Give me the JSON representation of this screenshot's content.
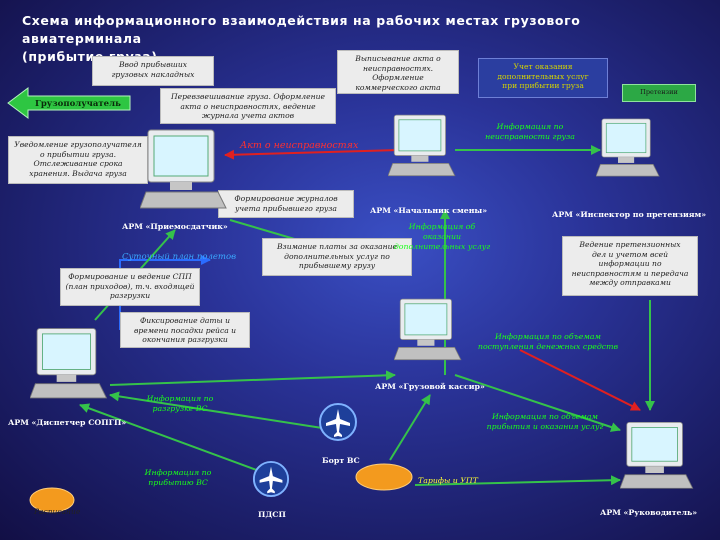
{
  "title": [
    "Схема информационного взаимодействия  на рабочих местах грузового авиатерминала",
    "(прибытие груза)"
  ],
  "notes": {
    "input_waybills": [
      "Ввод прибывших",
      "грузовых накладных"
    ],
    "recount": [
      "Перевзвешивание груза. Оформление",
      "акта о неисправностях, ведение",
      "журнала учета актов"
    ],
    "issue_act": [
      "Выписывание акта о",
      "неисправностях. Оформление",
      "коммерческого акта"
    ],
    "account_services": [
      "Учет оказания",
      "дополнительных услуг",
      "при прибытии груза"
    ],
    "notify": [
      "Уведомление грузополучателя",
      "о прибытии груза.",
      "Отслеживание срока",
      "хранения. Выдача груза"
    ],
    "form_journals": [
      "Формирование журналов",
      "учета прибывшего груза"
    ],
    "receive_payment": [
      "Взимание платы за оказание",
      "дополнительных услуг по",
      "прибывшему грузу"
    ],
    "form_spp": [
      "Формирование и ведение СПП",
      "(план приходов), т.ч. входящей",
      "разгрузки"
    ],
    "fix_date": [
      "Фиксирование даты и",
      "времени посадки рейса и",
      "окончания разгрузки"
    ],
    "claims": [
      "Ведение претензионных",
      "дел и учетом всей",
      "информации по",
      "неисправностям и передача",
      "между отправками"
    ]
  },
  "green_text": {
    "addl_info": [
      "Информация об",
      "оказании",
      "дополнительных услуг"
    ],
    "defects_info": [
      "Информация по",
      "неисправности груза"
    ],
    "money_info": [
      "Информация по объемам",
      "поступления денежных средств"
    ],
    "unload_info": [
      "Информация по",
      "разгрузке ВС"
    ],
    "volumes_info": [
      "Информация по объемам",
      "прибытия и оказания услуг"
    ],
    "arrival_info": [
      "Информация по",
      "прибытию ВС"
    ]
  },
  "workstations": {
    "receiver": "АРМ «Приемосдатчик»",
    "shift_chief": "АРМ «Начальник смены»",
    "inspector": "АРМ «Инспектор по претензиям»",
    "cashier": "АРМ «Грузовой кассир»",
    "dispatcher": "АРМ «Диспетчер СОПГП»",
    "head": "АРМ «Руководитель»"
  },
  "consignee": "Грузополучатель",
  "red_label": "Акт о неисправностях",
  "blue_label": "Суточный план полетов",
  "tiny_green_box": "Претензии",
  "icons": {
    "board_vs": "Борт ВС",
    "pdsp": "ПДСП",
    "schedule": "Расписание",
    "tariffs": "Тарифы и УПТ"
  },
  "colors": {
    "bg_center": "#3a4fc4",
    "bg_edge": "#120f45",
    "green_arrow": "#35c24a",
    "red_arrow": "#e02020",
    "blue_arrow": "#2a6cff",
    "text_green": "#1aff1a",
    "text_yellow": "#ffff33"
  }
}
